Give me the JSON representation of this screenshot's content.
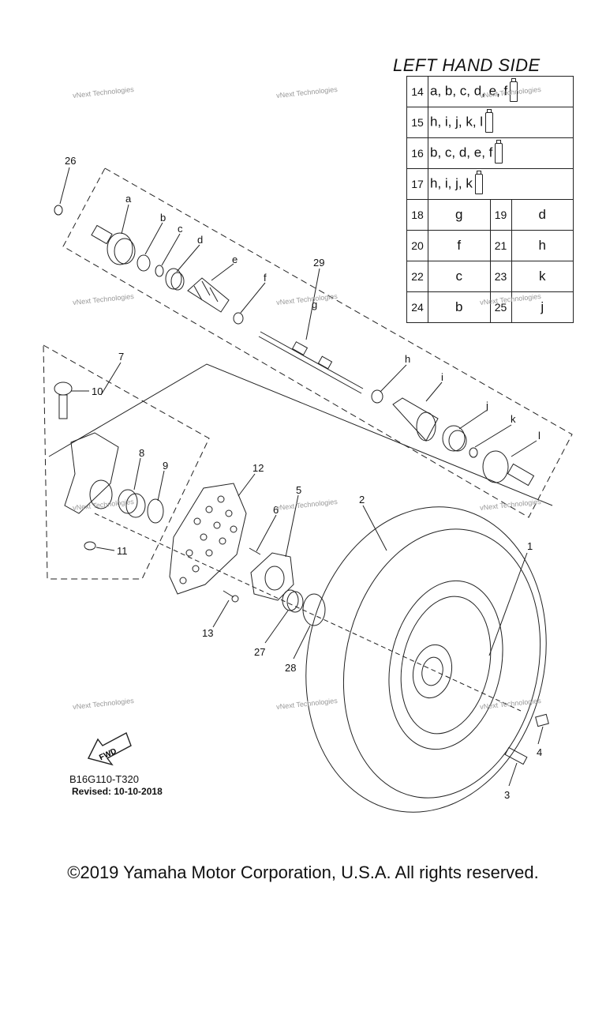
{
  "header": {
    "title": "LEFT HAND SIDE"
  },
  "ref_table": {
    "wide_rows": [
      {
        "num": "14",
        "letters": "a, b, c, d, e, f"
      },
      {
        "num": "15",
        "letters": "h, i, j, k, l"
      },
      {
        "num": "16",
        "letters": "b, c, d, e, f"
      },
      {
        "num": "17",
        "letters": "h, i, j, k"
      }
    ],
    "pair_rows": [
      {
        "n1": "18",
        "v1": "g",
        "n2": "19",
        "v2": "d"
      },
      {
        "n1": "20",
        "v1": "f",
        "n2": "21",
        "v2": "h"
      },
      {
        "n1": "22",
        "v1": "c",
        "n2": "23",
        "v2": "k"
      },
      {
        "n1": "24",
        "v1": "b",
        "n2": "25",
        "v2": "j"
      }
    ]
  },
  "part_labels": {
    "p1": "1",
    "p2": "2",
    "p3": "3",
    "p4": "4",
    "p5": "5",
    "p6": "6",
    "p7": "7",
    "p8": "8",
    "p9": "9",
    "p10": "10",
    "p11": "11",
    "p12": "12",
    "p13": "13",
    "p26": "26",
    "p27": "27",
    "p28": "28",
    "p29": "29",
    "la": "a",
    "lb": "b",
    "lc": "c",
    "ld": "d",
    "le": "e",
    "lf": "f",
    "lg": "g",
    "lh": "h",
    "li": "i",
    "lj": "j",
    "lk": "k",
    "ll": "l"
  },
  "fwd_label": "FWD",
  "diagram_code": "B16G110-T320",
  "revised": "Revised: 10-10-2018",
  "watermark": "vNext Technologies",
  "copyright": "©2019 Yamaha Motor Corporation, U.S.A. All rights reserved."
}
